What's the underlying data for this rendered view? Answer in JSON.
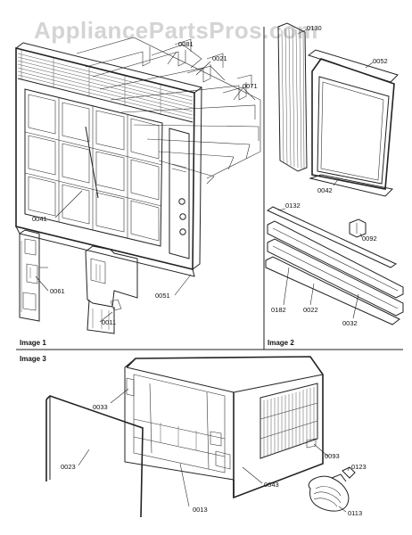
{
  "watermark": "AppliancePartsPros.com",
  "captions": {
    "image1": "Image 1",
    "image2": "Image 2",
    "image3": "Image 3"
  },
  "part_labels": {
    "p0081": "0081",
    "p0021": "0021",
    "p0071": "0071",
    "p0041": "0041",
    "p0061": "0061",
    "p0011": "0011",
    "p0051": "0051",
    "p0130": "0130",
    "p0052": "0052",
    "p0042": "0042",
    "p0132": "0132",
    "p0092": "0092",
    "p0182": "0182",
    "p0022": "0022",
    "p0032": "0032",
    "p0033": "0033",
    "p0023": "0023",
    "p0013": "0013",
    "p0043": "0043",
    "p0093": "0093",
    "p0123": "0123",
    "p0113": "0113"
  }
}
